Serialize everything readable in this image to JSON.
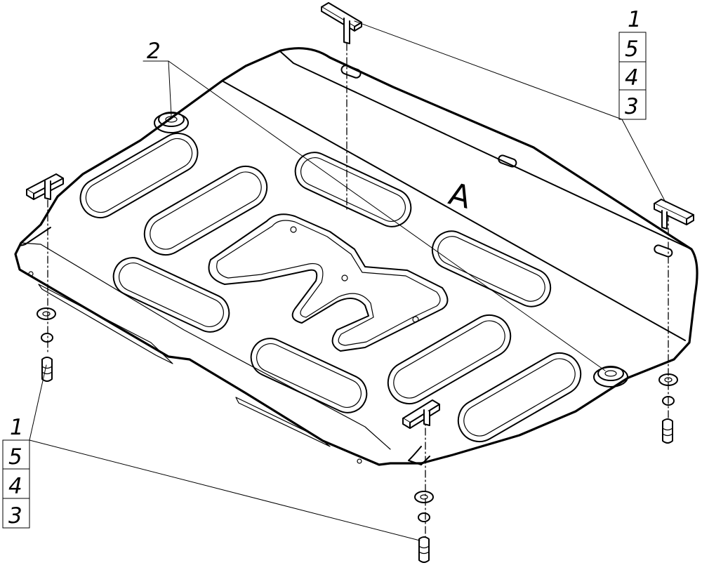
{
  "diagram": {
    "plate_mark": "A",
    "callouts": {
      "top_right": [
        "1",
        "5",
        "4",
        "3"
      ],
      "bottom_left": [
        "1",
        "5",
        "4",
        "3"
      ],
      "rubber_pads": "2"
    }
  }
}
